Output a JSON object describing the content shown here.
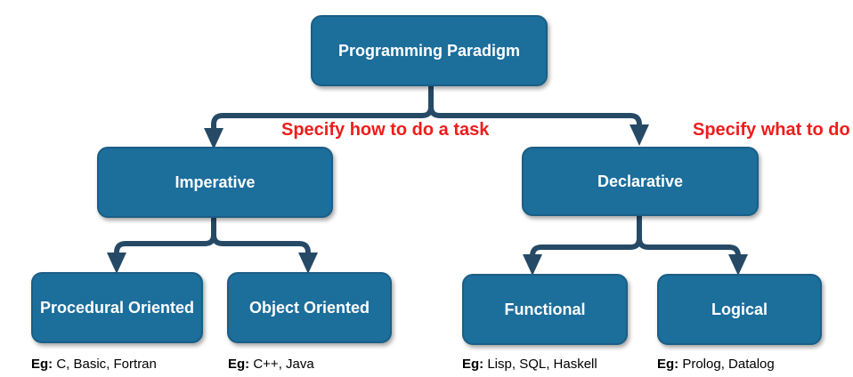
{
  "colors": {
    "box_fill": "#1c6e9b",
    "box_border": "#1a5e86",
    "connector": "#264a66",
    "note_text": "#ee1c1c"
  },
  "root": {
    "label": "Programming Paradigm"
  },
  "imperative": {
    "label": "Imperative",
    "note": "Specify how to do a task",
    "children": [
      {
        "label": "Procedural Oriented",
        "eg_prefix": "Eg:",
        "eg_text": " C, Basic, Fortran"
      },
      {
        "label": "Object Oriented",
        "eg_prefix": "Eg:",
        "eg_text": " C++, Java"
      }
    ]
  },
  "declarative": {
    "label": "Declarative",
    "note": "Specify what to do",
    "children": [
      {
        "label": "Functional",
        "eg_prefix": "Eg:",
        "eg_text": "  Lisp, SQL, Haskell"
      },
      {
        "label": "Logical",
        "eg_prefix": "Eg:",
        "eg_text": " Prolog, Datalog"
      }
    ]
  }
}
